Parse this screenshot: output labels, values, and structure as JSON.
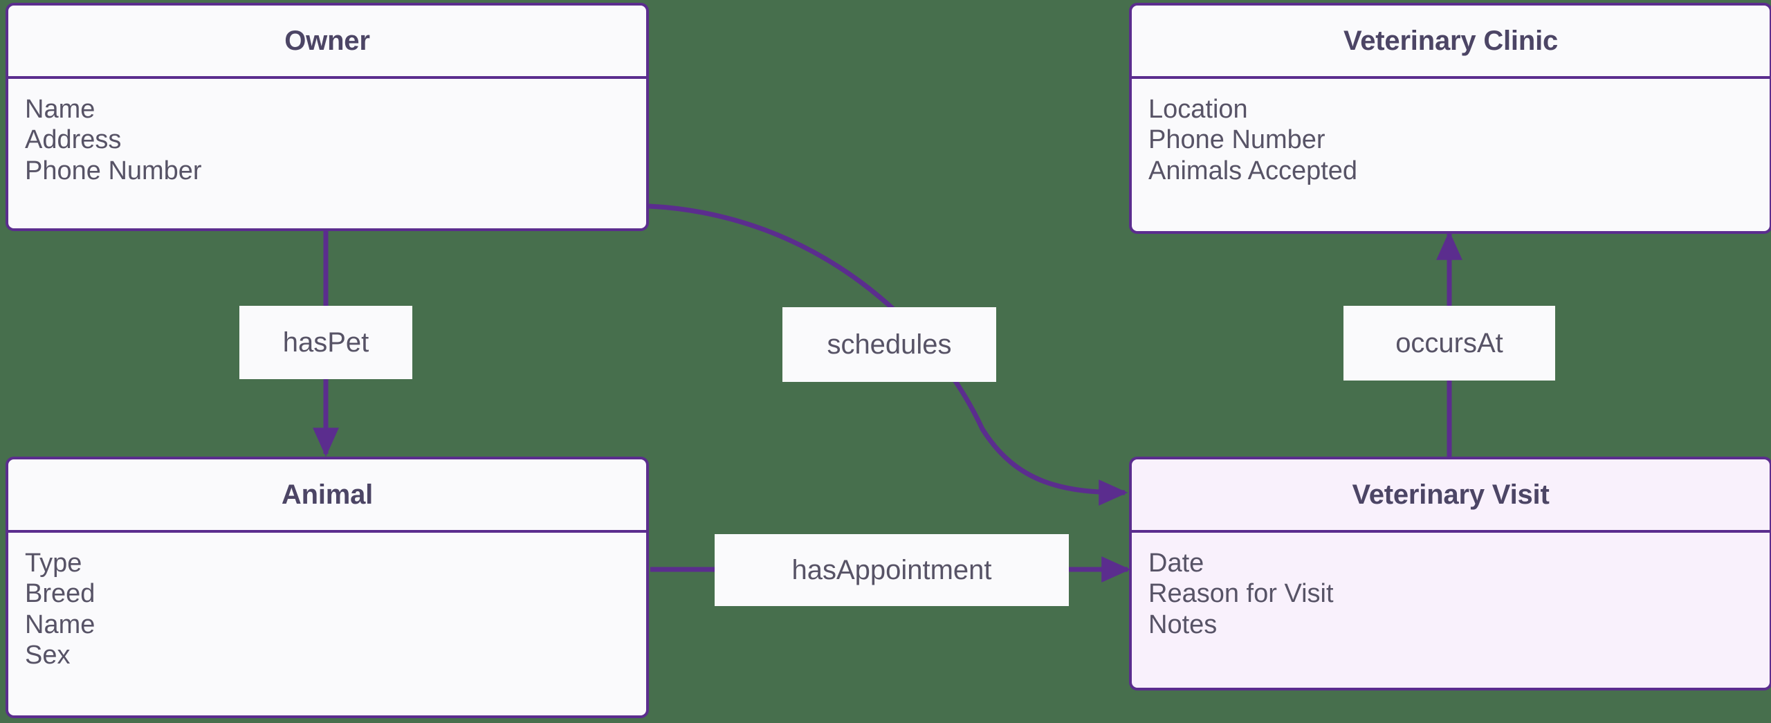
{
  "diagram": {
    "type": "entity-relationship-diagram",
    "background_color": "#476f4d",
    "accent_color": "#5b2d8e",
    "title_color": "#4c4565",
    "attribute_color": "#575366",
    "entity_fill": "#fafafc",
    "highlight_fill": "#f9f1fc"
  },
  "entities": [
    {
      "id": "owner",
      "title": "Owner",
      "attributes": [
        "Name",
        "Address",
        "Phone Number"
      ],
      "highlighted": false
    },
    {
      "id": "veterinary-clinic",
      "title": "Veterinary Clinic",
      "attributes": [
        "Location",
        "Phone Number",
        "Animals Accepted"
      ],
      "highlighted": false
    },
    {
      "id": "animal",
      "title": "Animal",
      "attributes": [
        "Type",
        "Breed",
        "Name",
        "Sex"
      ],
      "highlighted": false
    },
    {
      "id": "veterinary-visit",
      "title": "Veterinary Visit",
      "attributes": [
        "Date",
        "Reason for Visit",
        "Notes"
      ],
      "highlighted": true
    }
  ],
  "relationships": [
    {
      "id": "has-pet",
      "label": "hasPet",
      "from": "owner",
      "to": "animal",
      "direction": "down"
    },
    {
      "id": "schedules",
      "label": "schedules",
      "from": "owner",
      "to": "veterinary-visit",
      "direction": "curve-down-right"
    },
    {
      "id": "occurs-at",
      "label": "occursAt",
      "from": "veterinary-visit",
      "to": "veterinary-clinic",
      "direction": "up"
    },
    {
      "id": "has-appointment",
      "label": "hasAppointment",
      "from": "animal",
      "to": "veterinary-visit",
      "direction": "right"
    }
  ]
}
